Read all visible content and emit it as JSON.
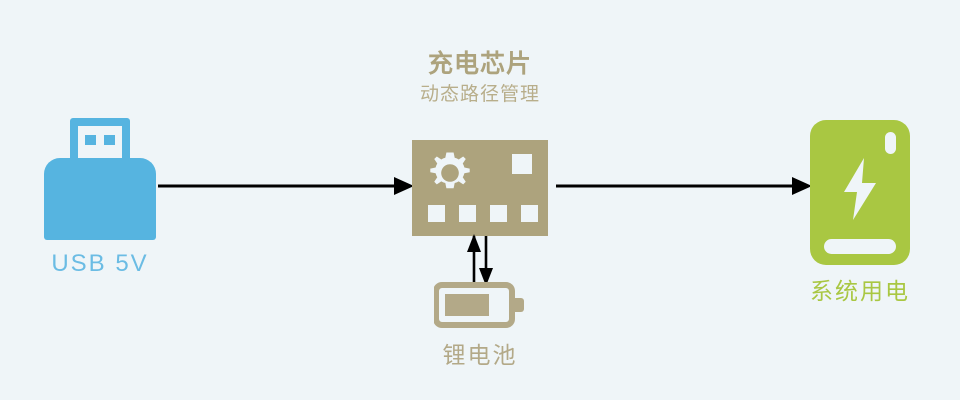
{
  "diagram": {
    "title": "充电芯片",
    "subtitle": "动态路径管理",
    "background_color": "#eff5f8"
  },
  "nodes": {
    "usb": {
      "label": "USB 5V",
      "icon": "usb-connector-icon",
      "color": "#56b4e0",
      "label_color": "#6bbce4"
    },
    "chip": {
      "label": "充电芯片",
      "icon": "chip-icon",
      "color": "#ada37d",
      "gear_icon": "gear-icon",
      "pad_count": 4
    },
    "battery": {
      "label": "锂电池",
      "icon": "battery-icon",
      "color": "#b3a988",
      "charge_percent": 68
    },
    "system": {
      "label": "系统用电",
      "icon": "phone-device-icon",
      "color": "#a9c742",
      "label_color": "#a9c742",
      "bolt_icon": "lightning-bolt-icon"
    }
  },
  "arrows": {
    "usb_to_chip": {
      "name": "arrow-usb-to-chip",
      "direction": "right",
      "color": "#000000"
    },
    "chip_to_system": {
      "name": "arrow-chip-to-system",
      "direction": "right",
      "color": "#000000"
    },
    "chip_battery": {
      "name": "arrow-chip-battery-bidirectional",
      "direction": "bidirectional",
      "color": "#000000"
    }
  }
}
